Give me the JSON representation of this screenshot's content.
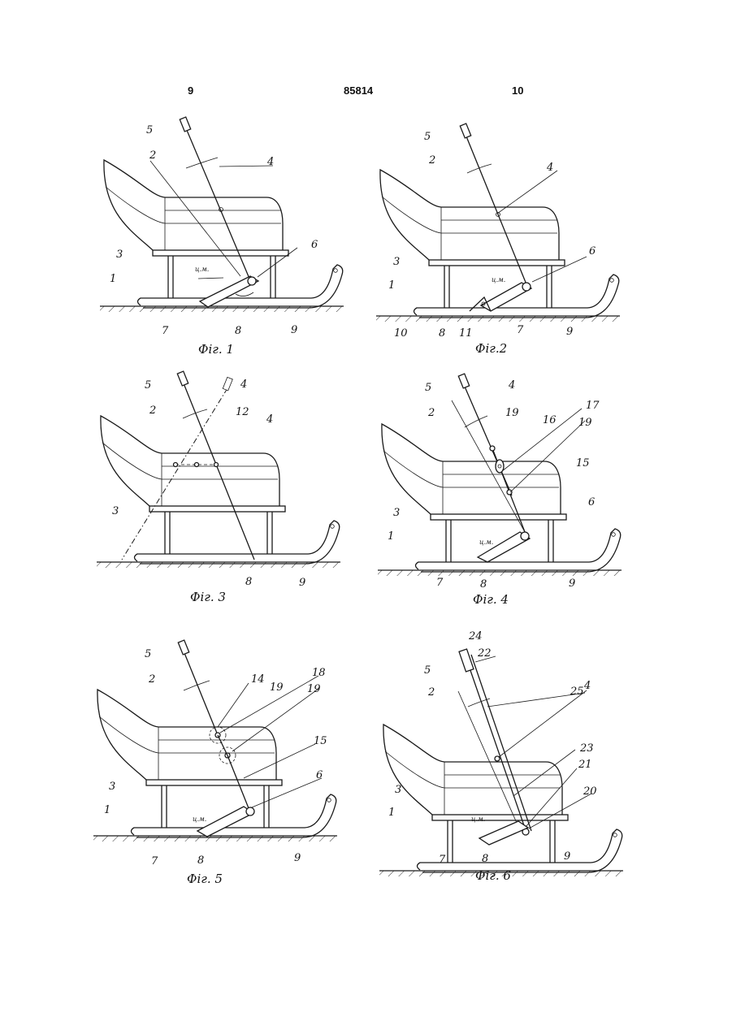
{
  "page": {
    "left_page_number": "9",
    "patent_number": "85814",
    "right_page_number": "10"
  },
  "center_mark_label": "ц.м.",
  "figures": [
    {
      "caption": "Фіг. 1",
      "labels": {
        "l1": "1",
        "l2": "2",
        "l3": "3",
        "l4": "4",
        "l5": "5",
        "l6": "6",
        "l7": "7",
        "l8": "8",
        "l9": "9"
      }
    },
    {
      "caption": "Фіг.2",
      "labels": {
        "l1": "1",
        "l2": "2",
        "l3": "3",
        "l4": "4",
        "l5": "5",
        "l6": "6",
        "l7": "7",
        "l8": "8",
        "l9": "9",
        "l10": "10",
        "l11": "11"
      }
    },
    {
      "caption": "Фіг. 3",
      "labels": {
        "l2": "2",
        "l3": "3",
        "l4a": "4",
        "l4b": "4",
        "l5": "5",
        "l8": "8",
        "l9": "9",
        "l12": "12"
      }
    },
    {
      "caption": "Фіг. 4",
      "labels": {
        "l1": "1",
        "l2": "2",
        "l3": "3",
        "l4": "4",
        "l5": "5",
        "l6": "6",
        "l7": "7",
        "l8": "8",
        "l9": "9",
        "l15": "15",
        "l16": "16",
        "l17": "17",
        "l19a": "19",
        "l19b": "19"
      }
    },
    {
      "caption": "Фіг. 5",
      "labels": {
        "l1": "1",
        "l2": "2",
        "l3": "3",
        "l5": "5",
        "l6": "6",
        "l7": "7",
        "l8": "8",
        "l9": "9",
        "l14": "14",
        "l15": "15",
        "l18": "18",
        "l19a": "19",
        "l19b": "19"
      }
    },
    {
      "caption": "Фіг. 6",
      "labels": {
        "l1": "1",
        "l2": "2",
        "l3": "3",
        "l4": "4",
        "l5": "5",
        "l7": "7",
        "l8": "8",
        "l9": "9",
        "l20": "20",
        "l21": "21",
        "l22": "22",
        "l23": "23",
        "l24": "24",
        "l25": "25"
      }
    }
  ]
}
